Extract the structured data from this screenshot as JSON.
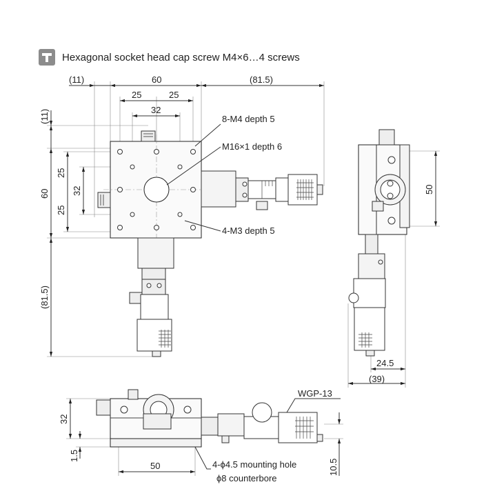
{
  "header": {
    "icon": "hex-screw-icon",
    "title": "Hexagonal socket head cap screw M4×6…4 screws"
  },
  "top_view": {
    "dims": {
      "left_overhang": "(11)",
      "width": "60",
      "right_overhang": "(81.5)",
      "hole_span_left": "25",
      "hole_span_right": "25",
      "inner_span": "32",
      "top_offset": "(11)",
      "height": "60",
      "vspan_upper": "25",
      "vspan_lower": "25",
      "vspan_inner": "32",
      "bottom_overhang": "(81.5)"
    },
    "callouts": {
      "m4": "8-M4 depth 5",
      "m16": "M16×1 depth 6",
      "m3": "4-M3 depth 5"
    }
  },
  "side_view": {
    "dims": {
      "height": "50",
      "offset": "24.5",
      "overall": "(39)"
    }
  },
  "front_view": {
    "label": "WGP-13",
    "dims": {
      "height": "32",
      "base": "1.5",
      "hole_span": "50",
      "right_offset": "10.5"
    },
    "callouts": {
      "hole": "4-ϕ4.5 mounting hole",
      "counterbore": "ϕ8 counterbore"
    }
  }
}
